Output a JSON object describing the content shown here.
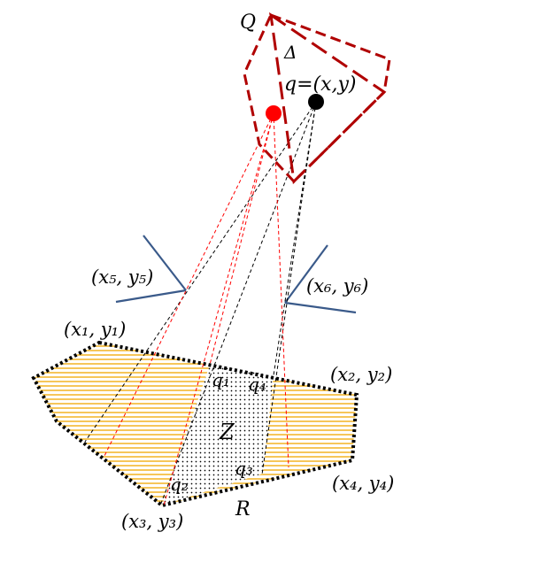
{
  "labels": {
    "Q": "Q",
    "delta": "Δ",
    "q_point": "q=(x,y)",
    "x5y5": "(x₅, y₅)",
    "x6y6": "(x₆, y₆)",
    "x1y1": "(x₁, y₁)",
    "x2y2": "(x₂, y₂)",
    "x3y3": "(x₃, y₃)",
    "x4y4": "(x₄, y₄)",
    "q1": "q₁",
    "q2": "q₂",
    "q3": "q₃",
    "q4": "q₄",
    "Z": "Z",
    "R": "R"
  },
  "colors": {
    "polygon_Q": "#b00000",
    "red_point": "#ff0000",
    "black_point": "#000000",
    "red_rays": "#ff0000",
    "black_rays": "#000000",
    "obstacles": "#3a5a8a",
    "hatch": "#f0a800",
    "border_R": "#000000",
    "dots_Z": "#000000"
  }
}
